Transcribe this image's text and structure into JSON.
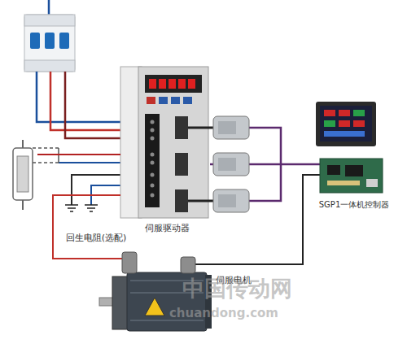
{
  "diagram": {
    "nodes": [
      {
        "text": [
          "伺服驱动器"
        ]
      },
      {
        "text": [
          "回生电阻(选配)"
        ]
      },
      {
        "text": [
          "SGP1一体机控制器"
        ]
      },
      {
        "text": [
          "伺服电机"
        ]
      }
    ],
    "edges": [
      {
        "from": 0,
        "to": 1,
        "arrow": "none"
      },
      {
        "from": 0,
        "to": 2,
        "arrow": "none"
      },
      {
        "from": 0,
        "to": 3,
        "arrow": "none"
      },
      {
        "from": 3,
        "to": 2,
        "arrow": "none"
      }
    ],
    "labels": [
      "中国传动网",
      "chuandong.com"
    ]
  }
}
